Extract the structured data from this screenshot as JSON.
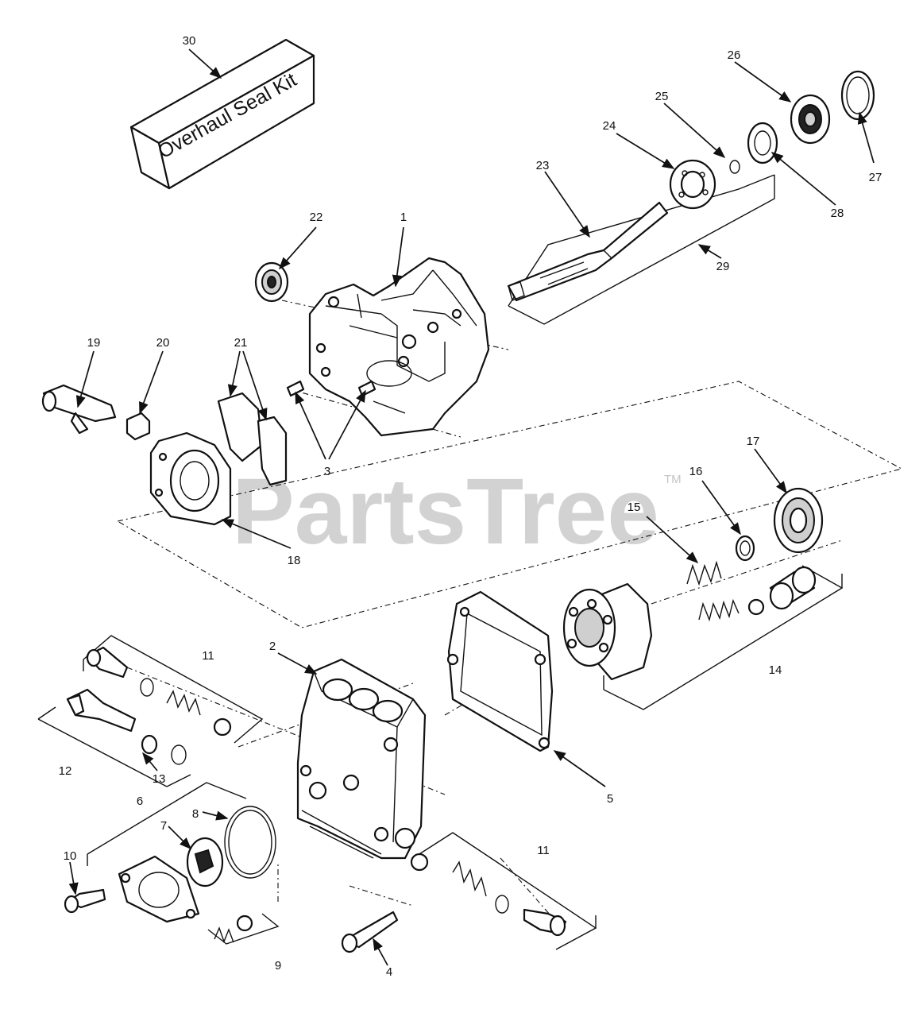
{
  "kit": {
    "label": "Overhaul Seal Kit"
  },
  "watermark": {
    "brand": "PartsTree",
    "trademark": "TM"
  },
  "callouts": {
    "c1": "1",
    "c2": "2",
    "c3": "3",
    "c4": "4",
    "c5": "5",
    "c6": "6",
    "c7": "7",
    "c8": "8",
    "c9": "9",
    "c10": "10",
    "c11a": "11",
    "c11b": "11",
    "c12": "12",
    "c13": "13",
    "c14": "14",
    "c15": "15",
    "c16": "16",
    "c17": "17",
    "c18": "18",
    "c19": "19",
    "c20": "20",
    "c21": "21",
    "c22": "22",
    "c23": "23",
    "c24": "24",
    "c25": "25",
    "c26": "26",
    "c27": "27",
    "c28": "28",
    "c29": "29",
    "c30": "30"
  }
}
